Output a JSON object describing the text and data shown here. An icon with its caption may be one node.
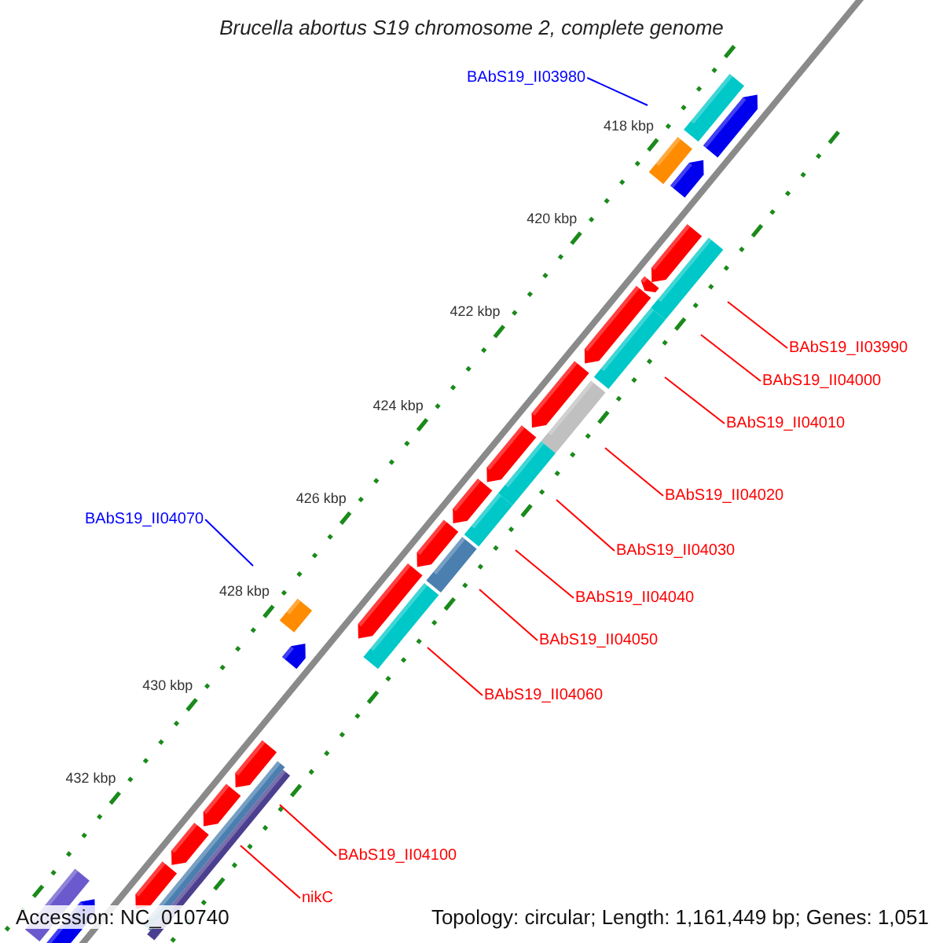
{
  "diagram": {
    "title": "Brucella abortus S19 chromosome 2, complete genome",
    "nodes": [
      {
        "text": [
          "BAbS19_II03980"
        ]
      },
      {
        "text": [
          "BAbS19_II03990"
        ]
      },
      {
        "text": [
          "BAbS19_II04000"
        ]
      },
      {
        "text": [
          "BAbS19_II04010"
        ]
      },
      {
        "text": [
          "BAbS19_II04020"
        ]
      },
      {
        "text": [
          "BAbS19_II04070"
        ]
      },
      {
        "text": [
          "BAbS19_II04030"
        ]
      },
      {
        "text": [
          "BAbS19_II04040"
        ]
      },
      {
        "text": [
          "BAbS19_II04050"
        ]
      },
      {
        "text": [
          "BAbS19_II04060"
        ]
      },
      {
        "text": [
          "BAbS19_II04100"
        ]
      },
      {
        "text": [
          "nikC"
        ]
      }
    ],
    "edges": [
      {
        "from": 0,
        "to": null,
        "arrow": "none",
        "color": "#0000ff"
      },
      {
        "from": 1,
        "to": null,
        "arrow": "none"
      },
      {
        "from": 2,
        "to": null,
        "arrow": "none"
      },
      {
        "from": 3,
        "to": null,
        "arrow": "none"
      },
      {
        "from": 4,
        "to": null,
        "arrow": "none"
      },
      {
        "from": 5,
        "to": null,
        "arrow": "none",
        "color": "#0000ff"
      },
      {
        "from": 6,
        "to": null,
        "arrow": "none"
      },
      {
        "from": 7,
        "to": null,
        "arrow": "none"
      },
      {
        "from": 8,
        "to": null,
        "arrow": "none"
      },
      {
        "from": 9,
        "to": null,
        "arrow": "none"
      },
      {
        "from": 10,
        "to": null,
        "arrow": "none"
      },
      {
        "from": 11,
        "to": null,
        "arrow": "none"
      }
    ],
    "labels": [
      "418 kbp",
      "420 kbp",
      "422 kbp",
      "424 kbp",
      "426 kbp",
      "428 kbp",
      "430 kbp",
      "432 kbp",
      "Accession: NC_010740",
      "Topology: circular; Length: 1,161,449 bp; Genes: 1,051"
    ]
  }
}
